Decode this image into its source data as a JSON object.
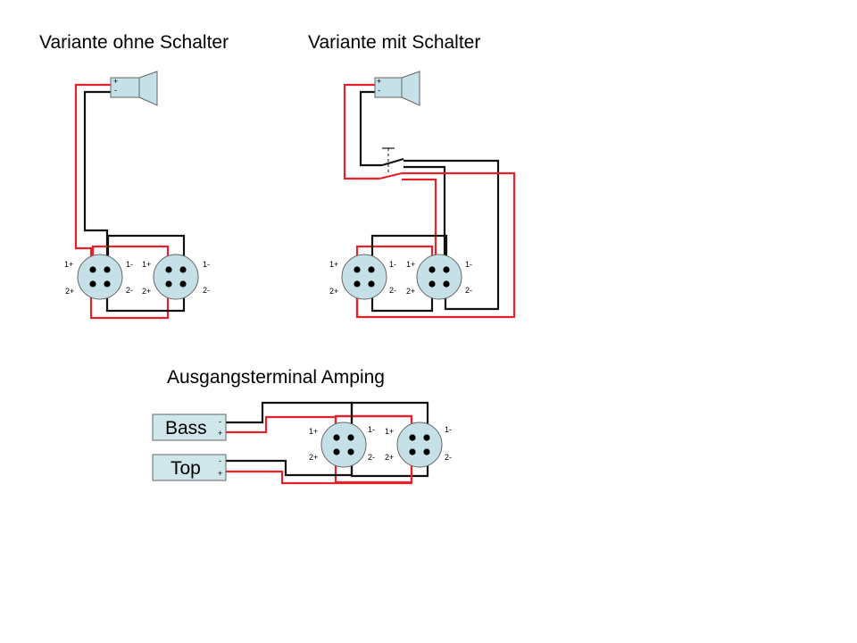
{
  "titles": {
    "without_switch": "Variante ohne Schalter",
    "with_switch": "Variante mit Schalter",
    "amping": "Ausgangsterminal Amping"
  },
  "pin_labels": {
    "p1plus": "1+",
    "p1minus": "1-",
    "p2plus": "2+",
    "p2minus": "2-"
  },
  "polarity": {
    "plus": "+",
    "minus": "-"
  },
  "terminals": {
    "bass": "Bass",
    "top": "Top"
  },
  "colors": {
    "connector_fill": "#c5e0e6",
    "box_fill": "#cfe6ea",
    "wire_red": "#e8202a",
    "wire_black": "#111111"
  }
}
